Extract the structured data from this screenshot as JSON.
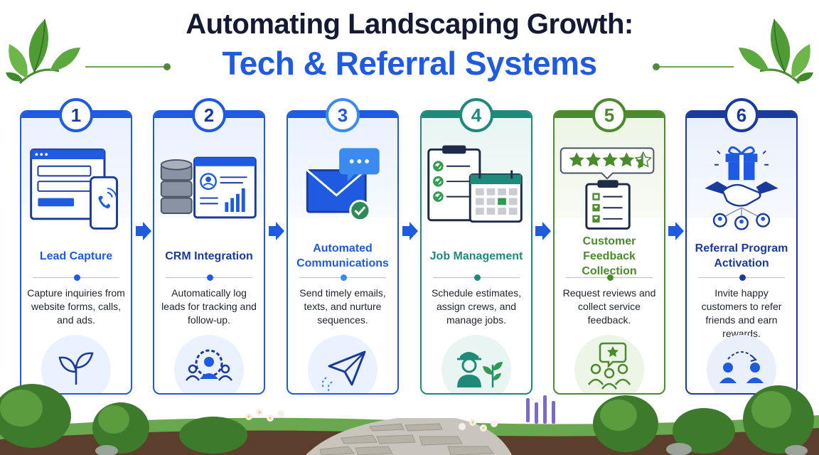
{
  "title": {
    "line1": "Automating Landscaping Growth:",
    "line2": "Tech & Referral Systems"
  },
  "colors": {
    "title_dark": "#141a33",
    "title_blue": "#1f5be0",
    "blue": "#1f5be0",
    "navy": "#1b3b9c",
    "teal": "#1f8a7a",
    "green": "#4c8b2d",
    "arrow": "#1f5be0"
  },
  "steps": [
    {
      "number": "1",
      "title": "Lead Capture",
      "description": "Capture inquiries from website forms, calls, and ads.",
      "icon": "website-form-phone-icon",
      "bottom_icon": "sprout-icon",
      "accent": "#1f5be0"
    },
    {
      "number": "2",
      "title": "CRM Integration",
      "description": "Automatically log leads for tracking and follow-up.",
      "icon": "database-dashboard-icon",
      "bottom_icon": "team-gear-icon",
      "accent": "#1f5be0"
    },
    {
      "number": "3",
      "title": "Automated Communications",
      "description": "Send timely emails, texts, and nurture sequences.",
      "icon": "email-chat-icon",
      "bottom_icon": "paper-plane-icon",
      "accent": "#1f5be0"
    },
    {
      "number": "4",
      "title": "Job Management",
      "description": "Schedule estimates, assign crews, and manage jobs.",
      "icon": "checklist-calendar-icon",
      "bottom_icon": "gardener-plant-icon",
      "accent": "#1f8a7a"
    },
    {
      "number": "5",
      "title": "Customer Feedback Collection",
      "description": "Request reviews and collect service feedback.",
      "icon": "star-review-clipboard-icon",
      "bottom_icon": "feedback-group-icon",
      "accent": "#4c8b2d"
    },
    {
      "number": "6",
      "title": "Referral Program Activation",
      "description": "Invite happy customers to refer friends and earn rewards.",
      "icon": "gift-handshake-network-icon",
      "bottom_icon": "referral-people-icon",
      "accent": "#1b3b9c"
    }
  ]
}
